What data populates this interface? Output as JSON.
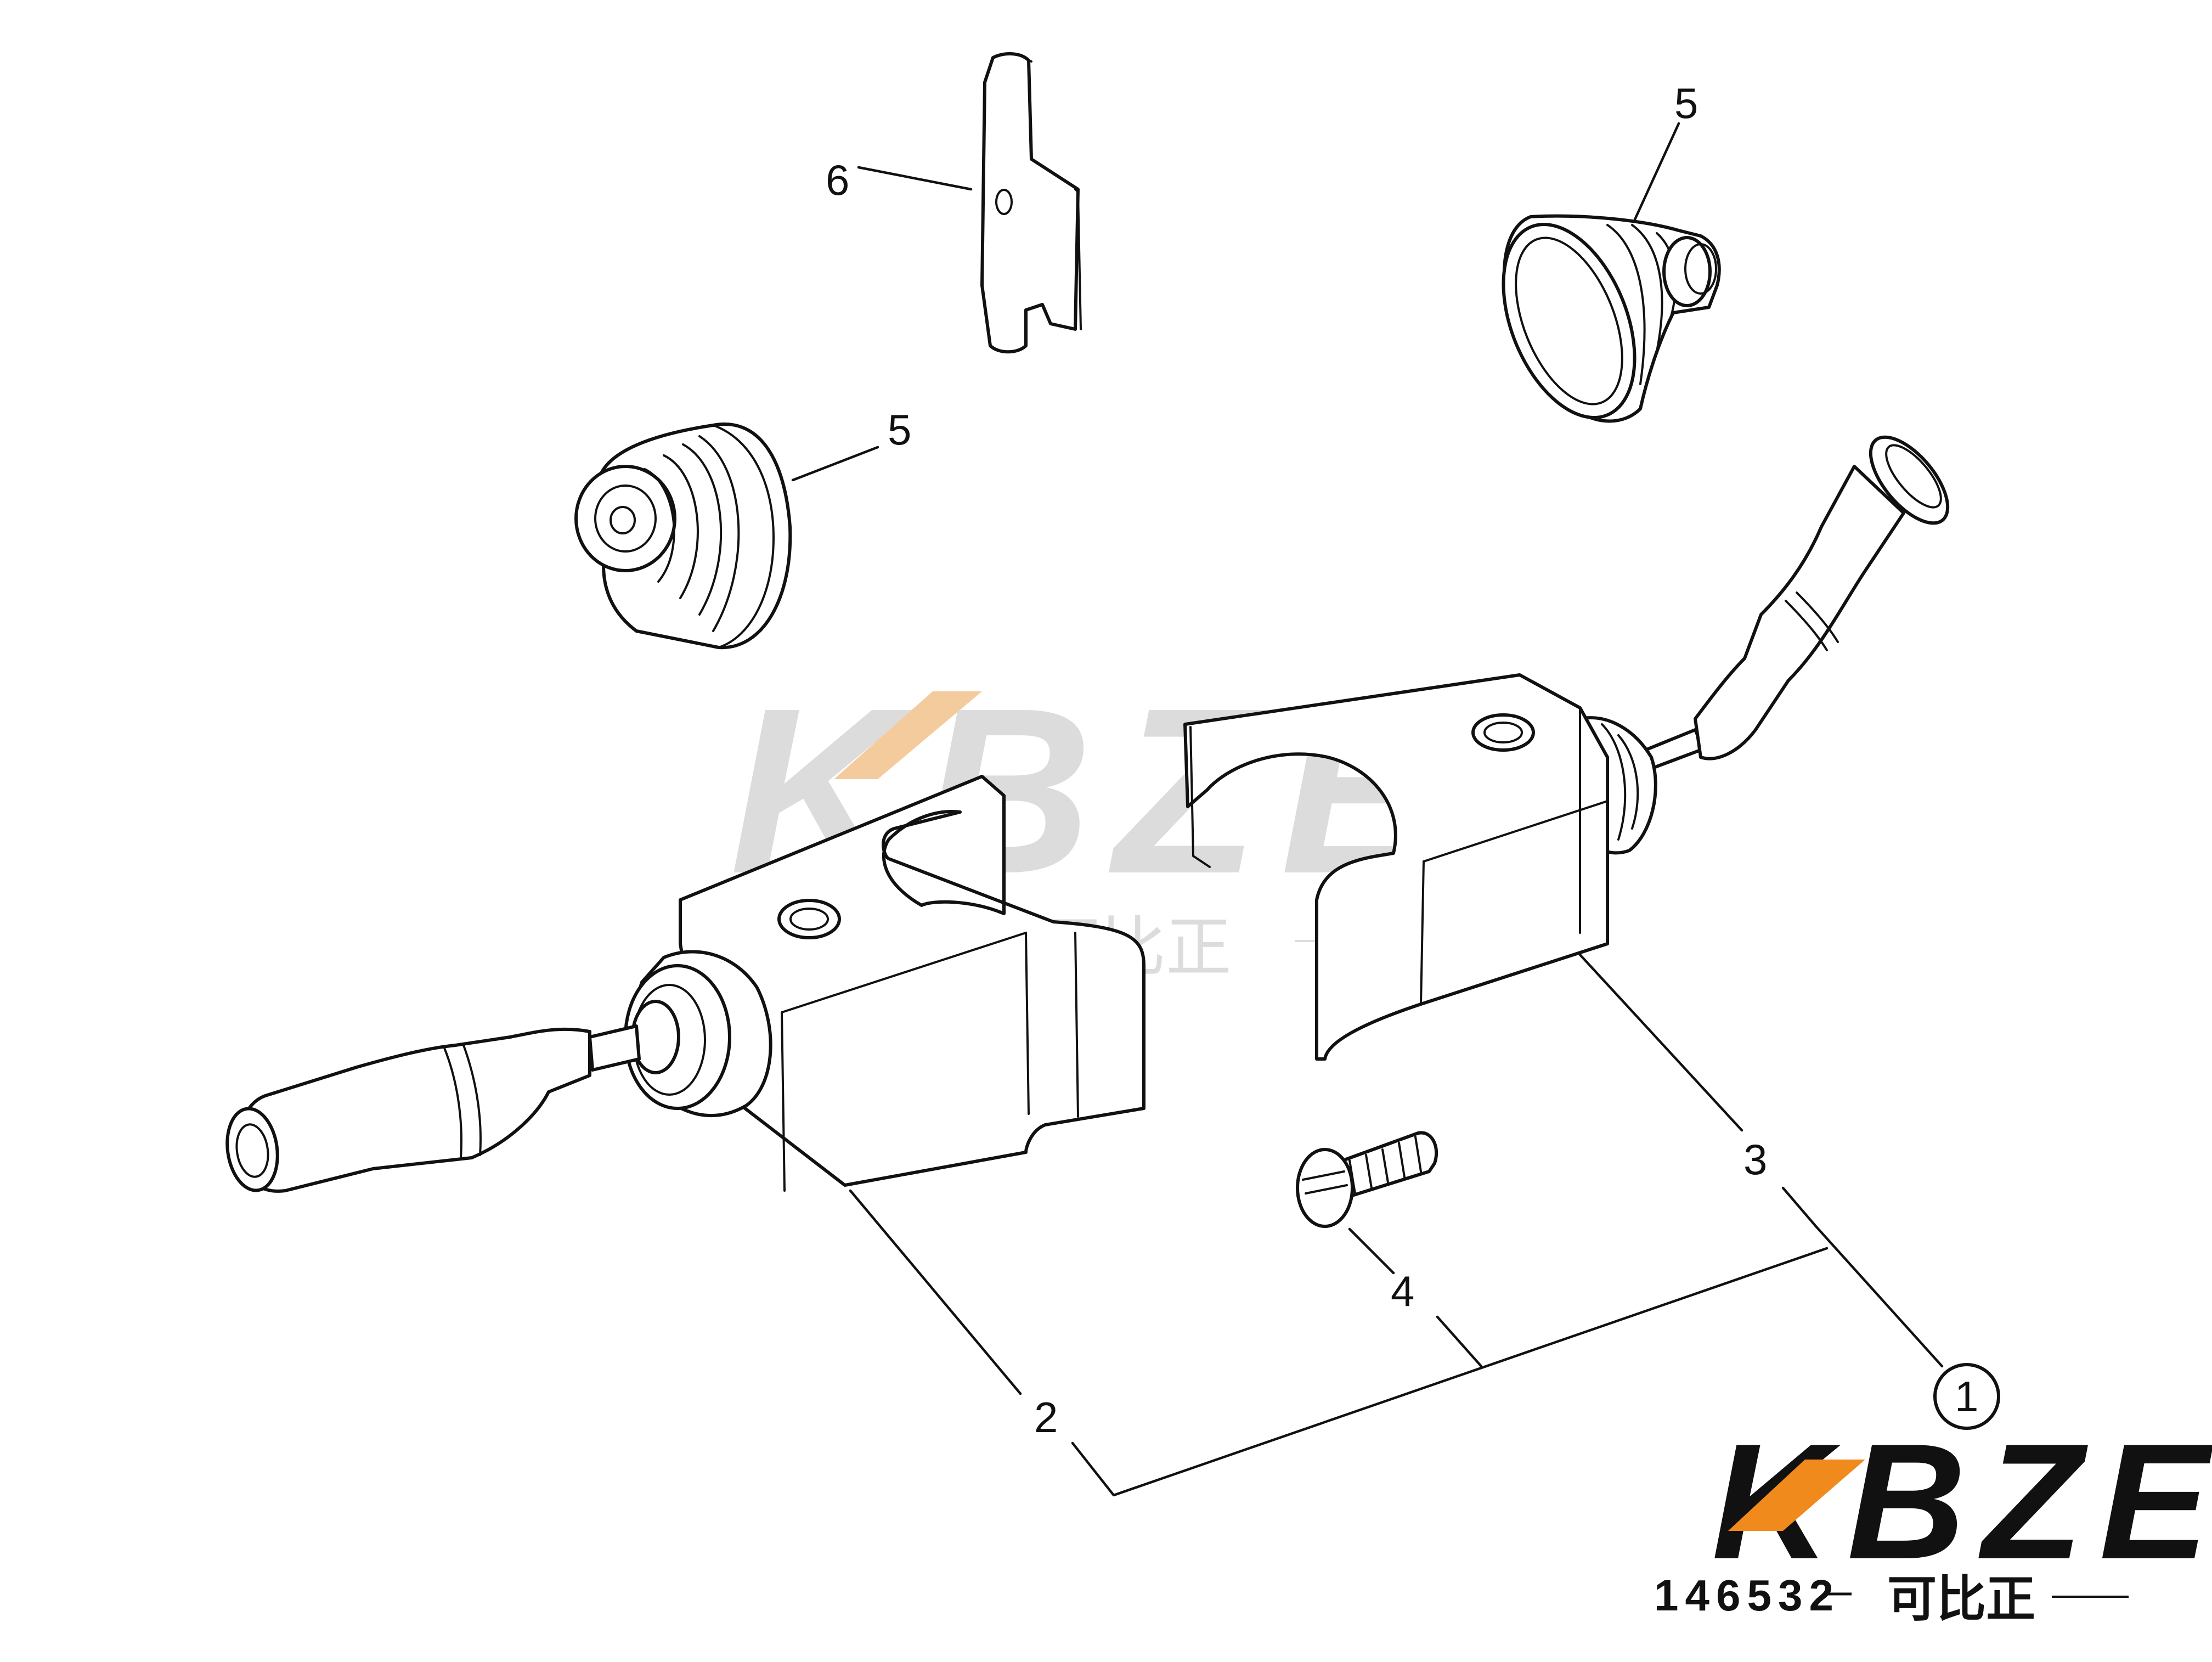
{
  "callouts": {
    "c1": "1",
    "c2": "2",
    "c3": "3",
    "c4": "4",
    "c5a": "5",
    "c5b": "5",
    "c6": "6"
  },
  "watermark": {
    "text": "KBZE",
    "subtext": "可比正",
    "accent": "#f0a24a",
    "color": "#cfcfcf"
  },
  "logo": {
    "text": "KBZE",
    "part_number": "146532",
    "chinese": "可比正",
    "accent": "#f08a1c",
    "color": "#111111"
  }
}
